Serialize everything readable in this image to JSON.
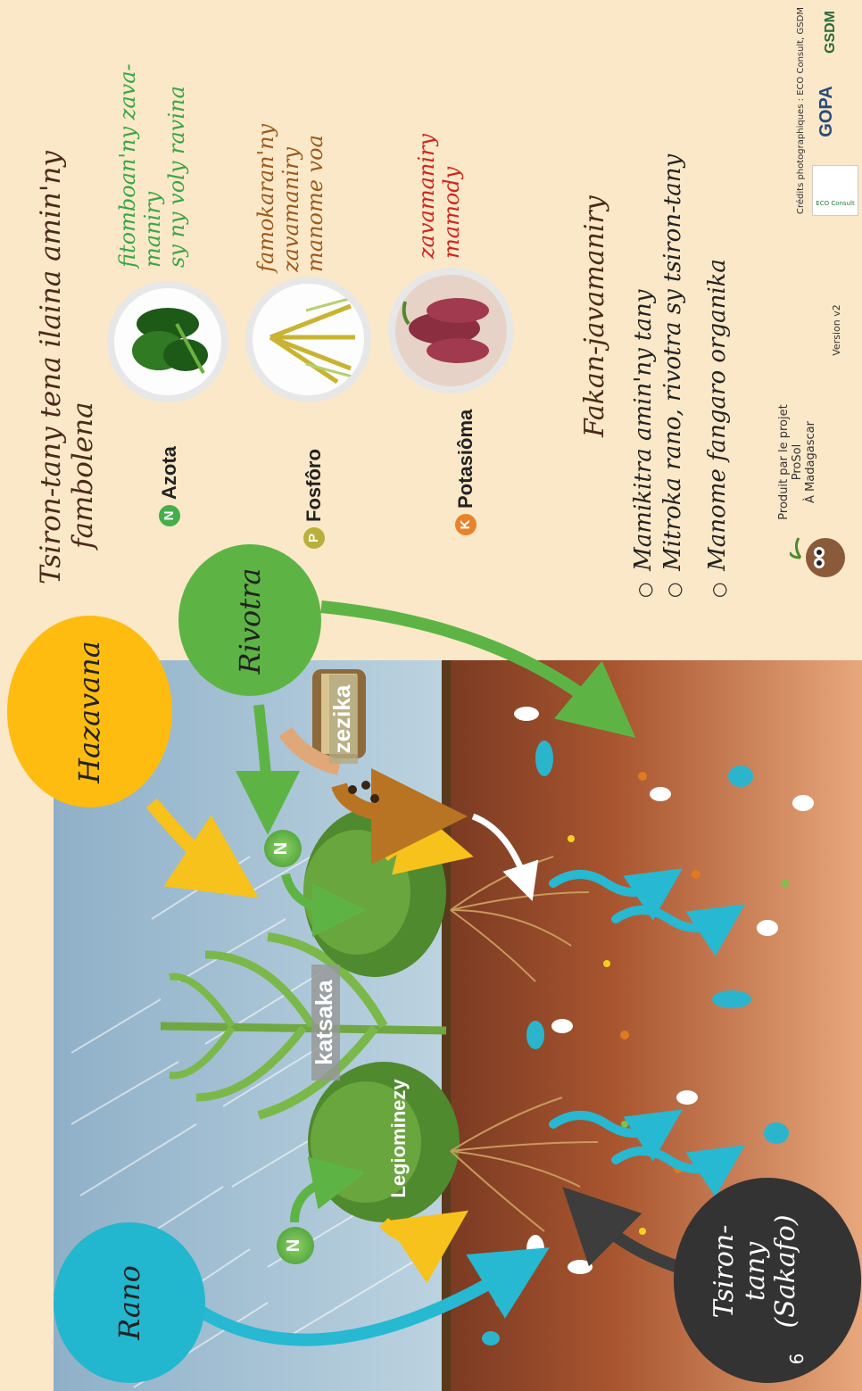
{
  "page_title": {
    "line1": "Tsiron-tany tena ilaina amin'ny",
    "line2": "fambolena"
  },
  "nutrients": [
    {
      "letter": "N",
      "name": "Azota",
      "color": "#43b04a",
      "desc_lines": [
        "fitomboan'ny zava-",
        "maniry",
        "sy ny voly ravina"
      ],
      "desc_color": "#3aa646",
      "image": "leafy-greens-icon"
    },
    {
      "letter": "P",
      "name": "Fosfôro",
      "color": "#b8b03a",
      "desc_lines": [
        "famokaran'ny",
        "zavamaniry",
        "manome voa"
      ],
      "desc_color": "#9a5a1e",
      "image": "rice-grain-icon"
    },
    {
      "letter": "K",
      "name": "Potasiôma",
      "color": "#e8832b",
      "desc_lines": [
        "zavamaniry",
        "mamody"
      ],
      "desc_color": "#d0241e",
      "image": "sweet-potato-icon"
    }
  ],
  "fakan": {
    "title": "Fakan-javamaniry",
    "bullets": [
      "Mamikitra amin'ny tany",
      "Mitroka rano, rivotra sy tsiron-tany",
      "Manome fangaro organika"
    ]
  },
  "scene": {
    "hazavana": "Hazavana",
    "rivotra": "Rivotra",
    "rano": "Rano",
    "tsirontany_lines": [
      "Tsiron-",
      "tany",
      "(Sakafo)"
    ],
    "zezika": "zezika",
    "katsaka": "katsaka",
    "legiominezy": "Legiominezy",
    "n_marker": "N"
  },
  "colors": {
    "sun": "#fdbc0f",
    "air": "#5db445",
    "water": "#22b7cf",
    "nutrients_bubble": "#333333",
    "sky": "#a9c7d9",
    "soil_top": "#7a3a22",
    "soil_bottom": "#e6a27a"
  },
  "footer": {
    "produced_lines": [
      "Produit par le projet",
      "ProSol",
      "À Madagascar"
    ],
    "version": "Version v2",
    "credits": "Crédits photographiques :  ECO Consult, GSDM",
    "logos": [
      "ECO Consult",
      "GOPA",
      "GSDM"
    ],
    "page_number": "6"
  }
}
